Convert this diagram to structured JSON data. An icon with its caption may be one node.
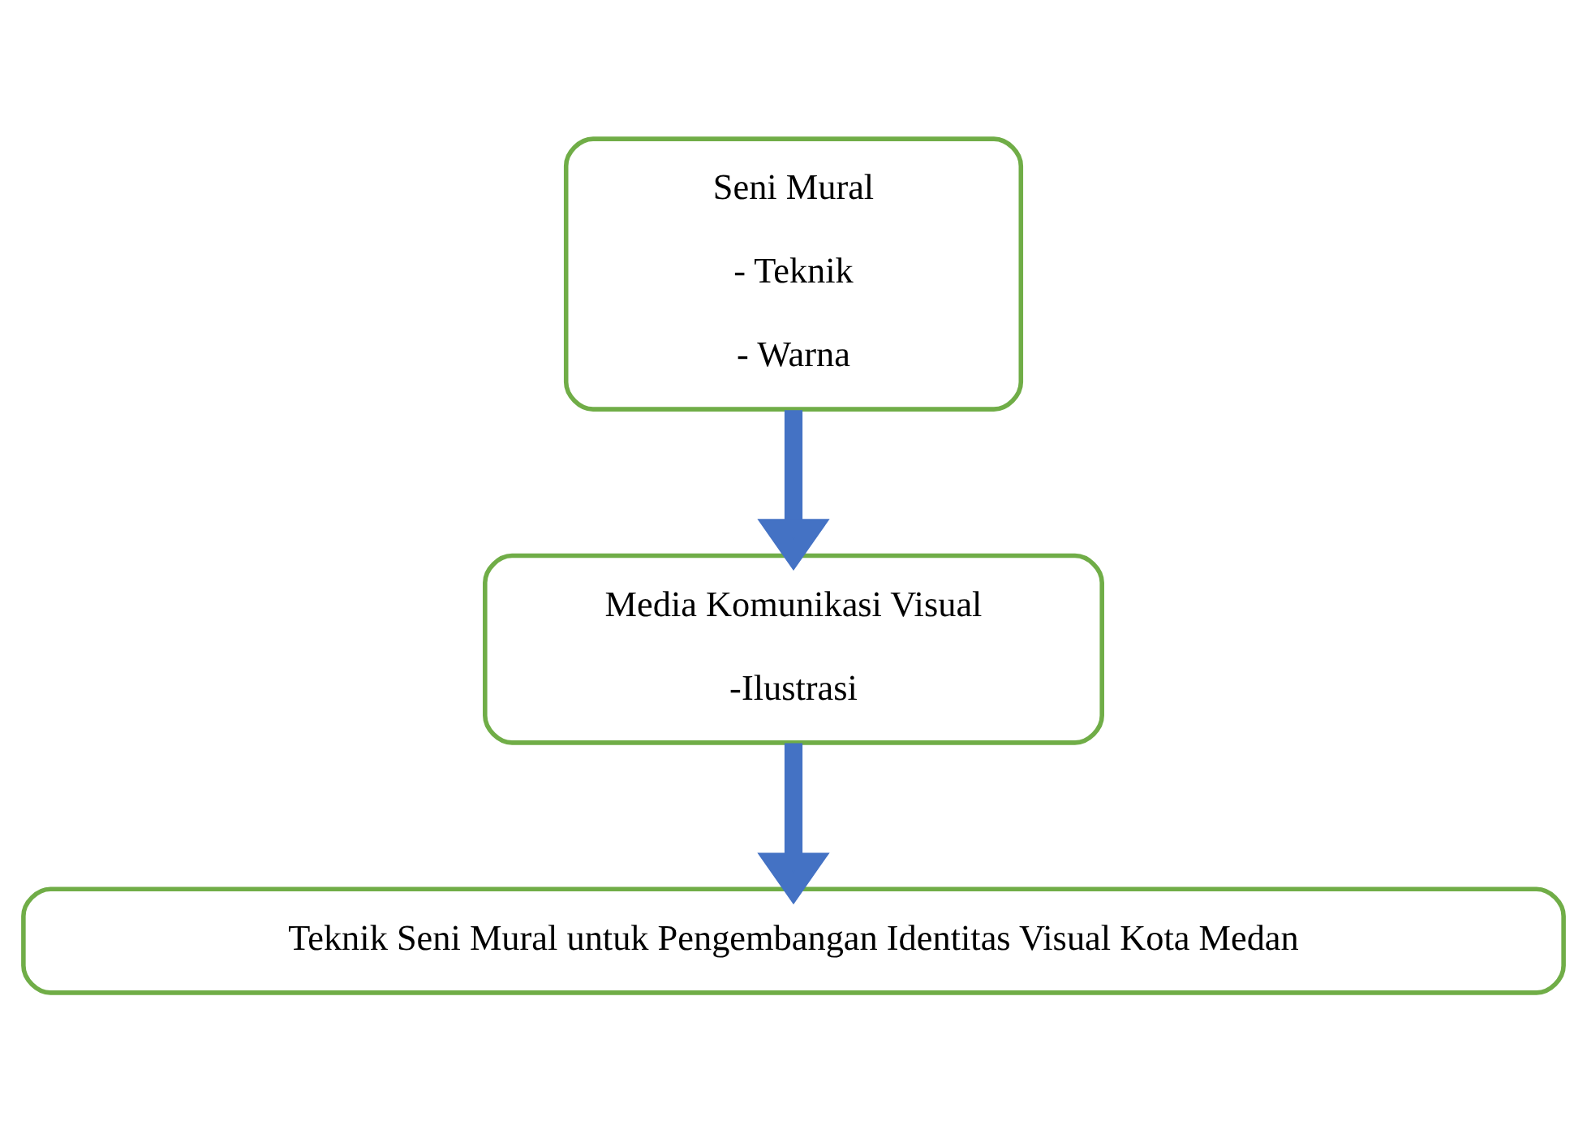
{
  "diagram": {
    "nodes": [
      {
        "text": [
          "Seni Mural",
          "- Teknik",
          "- Warna"
        ]
      },
      {
        "text": [
          "Media Komunikasi Visual",
          "-Ilustrasi"
        ]
      },
      {
        "text": [
          "Teknik Seni Mural untuk Pengembangan Identitas Visual Kota Medan"
        ]
      }
    ],
    "edges": [
      {
        "from": 0,
        "to": 1,
        "arrow": "to"
      },
      {
        "from": 1,
        "to": 2,
        "arrow": "to"
      }
    ]
  }
}
